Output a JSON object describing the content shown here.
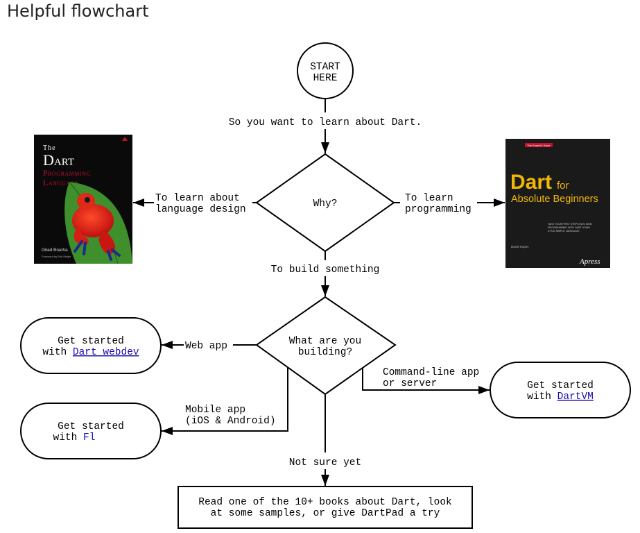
{
  "title": "Helpful flowchart",
  "start": {
    "line1": "START",
    "line2": "HERE"
  },
  "edge_start": "So you want to learn about Dart.",
  "why": "Why?",
  "edge_left": {
    "line1": "To learn about",
    "line2": "language design"
  },
  "edge_right": {
    "line1": "To learn",
    "line2": "programming"
  },
  "edge_build": "To build something",
  "building": {
    "line1": "What are you",
    "line2": "building?"
  },
  "edge_web": "Web app",
  "edge_mobile": {
    "line1": "Mobile app",
    "line2": "(iOS & Android)"
  },
  "edge_cli": {
    "line1": "Command-line app",
    "line2": "or server"
  },
  "edge_notsure": "Not sure yet",
  "webdev": {
    "line1": "Get started",
    "prefix": "with ",
    "link": "Dart webdev"
  },
  "flutter": {
    "line1": "Get started",
    "prefix": "with ",
    "link": "Fl"
  },
  "dartvm": {
    "line1": "Get started",
    "prefix": "with ",
    "link": "DartVM"
  },
  "books": {
    "line1": "Read one of the 10+ books about Dart, look",
    "line2": "at some samples, or give DartPad a try"
  },
  "book_left": {
    "title_the": "The",
    "title_dart": "Dart",
    "title_sub1": "Programming",
    "title_sub2": "Language",
    "author": "Gilad Bracha",
    "foreword": "Foreword by Erik Meijer"
  },
  "book_right": {
    "series": "The Expert's Voice",
    "title_dart": "Dart",
    "title_for": "for",
    "title_sub": "Absolute Beginners",
    "blurb1": "TAKE YOUR FIRST STEPS INTO WEB",
    "blurb2": "PROGRAMMING WITH DART USING",
    "blurb3": "A FUN SIMPLE LANGUAGE",
    "author": "David Kopec",
    "publisher": "Apress"
  },
  "colors": {
    "link": "#1a0dab",
    "stroke": "#000000",
    "book_red": "#c8102e",
    "book_yellow": "#f2b705"
  }
}
